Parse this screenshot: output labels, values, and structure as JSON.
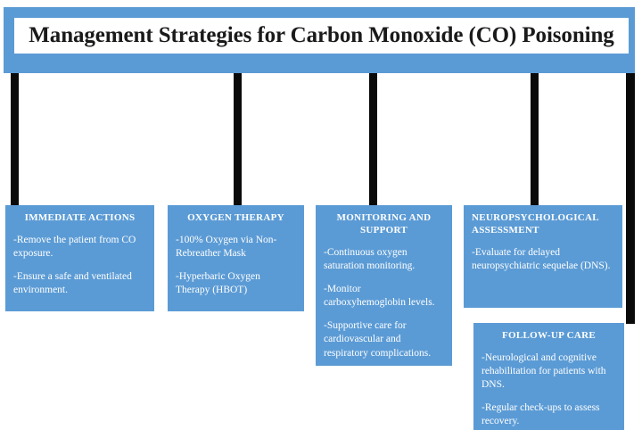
{
  "diagram": {
    "title": "Management Strategies for Carbon Monoxide (CO) Poisoning",
    "accent_color": "#5B9BD5",
    "connector_color": "#0A0A0A",
    "text_color": "#FFFFFF",
    "title_text_color": "#1A1A1A",
    "title_background": "#FFFFFF",
    "type": "process-tree",
    "stages": [
      {
        "id": "immediate-actions",
        "header": "IMMEDIATE ACTIONS",
        "header_align": "center",
        "bullets": [
          "-Remove the patient from CO exposure.",
          "-Ensure a safe and ventilated environment."
        ]
      },
      {
        "id": "oxygen-therapy",
        "header": "OXYGEN THERAPY",
        "header_align": "center",
        "bullets": [
          "-100% Oxygen via Non-Rebreather Mask",
          "-Hyperbaric Oxygen Therapy (HBOT)"
        ]
      },
      {
        "id": "monitoring-and-support",
        "header": "MONITORING AND SUPPORT",
        "header_align": "center",
        "bullets": [
          "-Continuous oxygen saturation monitoring.",
          "-Monitor carboxyhemoglobin levels.",
          "-Supportive care for cardiovascular and respiratory complications."
        ]
      },
      {
        "id": "neuropsychological-assessment",
        "header": "NEUROPSYCHOLOGICAL ASSESSMENT",
        "header_align": "left",
        "bullets": [
          "-Evaluate for delayed neuropsychiatric sequelae (DNS)."
        ]
      },
      {
        "id": "follow-up-care",
        "header": "FOLLOW-UP CARE",
        "header_align": "center",
        "bullets": [
          "-Neurological and cognitive rehabilitation for patients with DNS.",
          "-Regular check-ups to assess recovery."
        ]
      }
    ]
  }
}
